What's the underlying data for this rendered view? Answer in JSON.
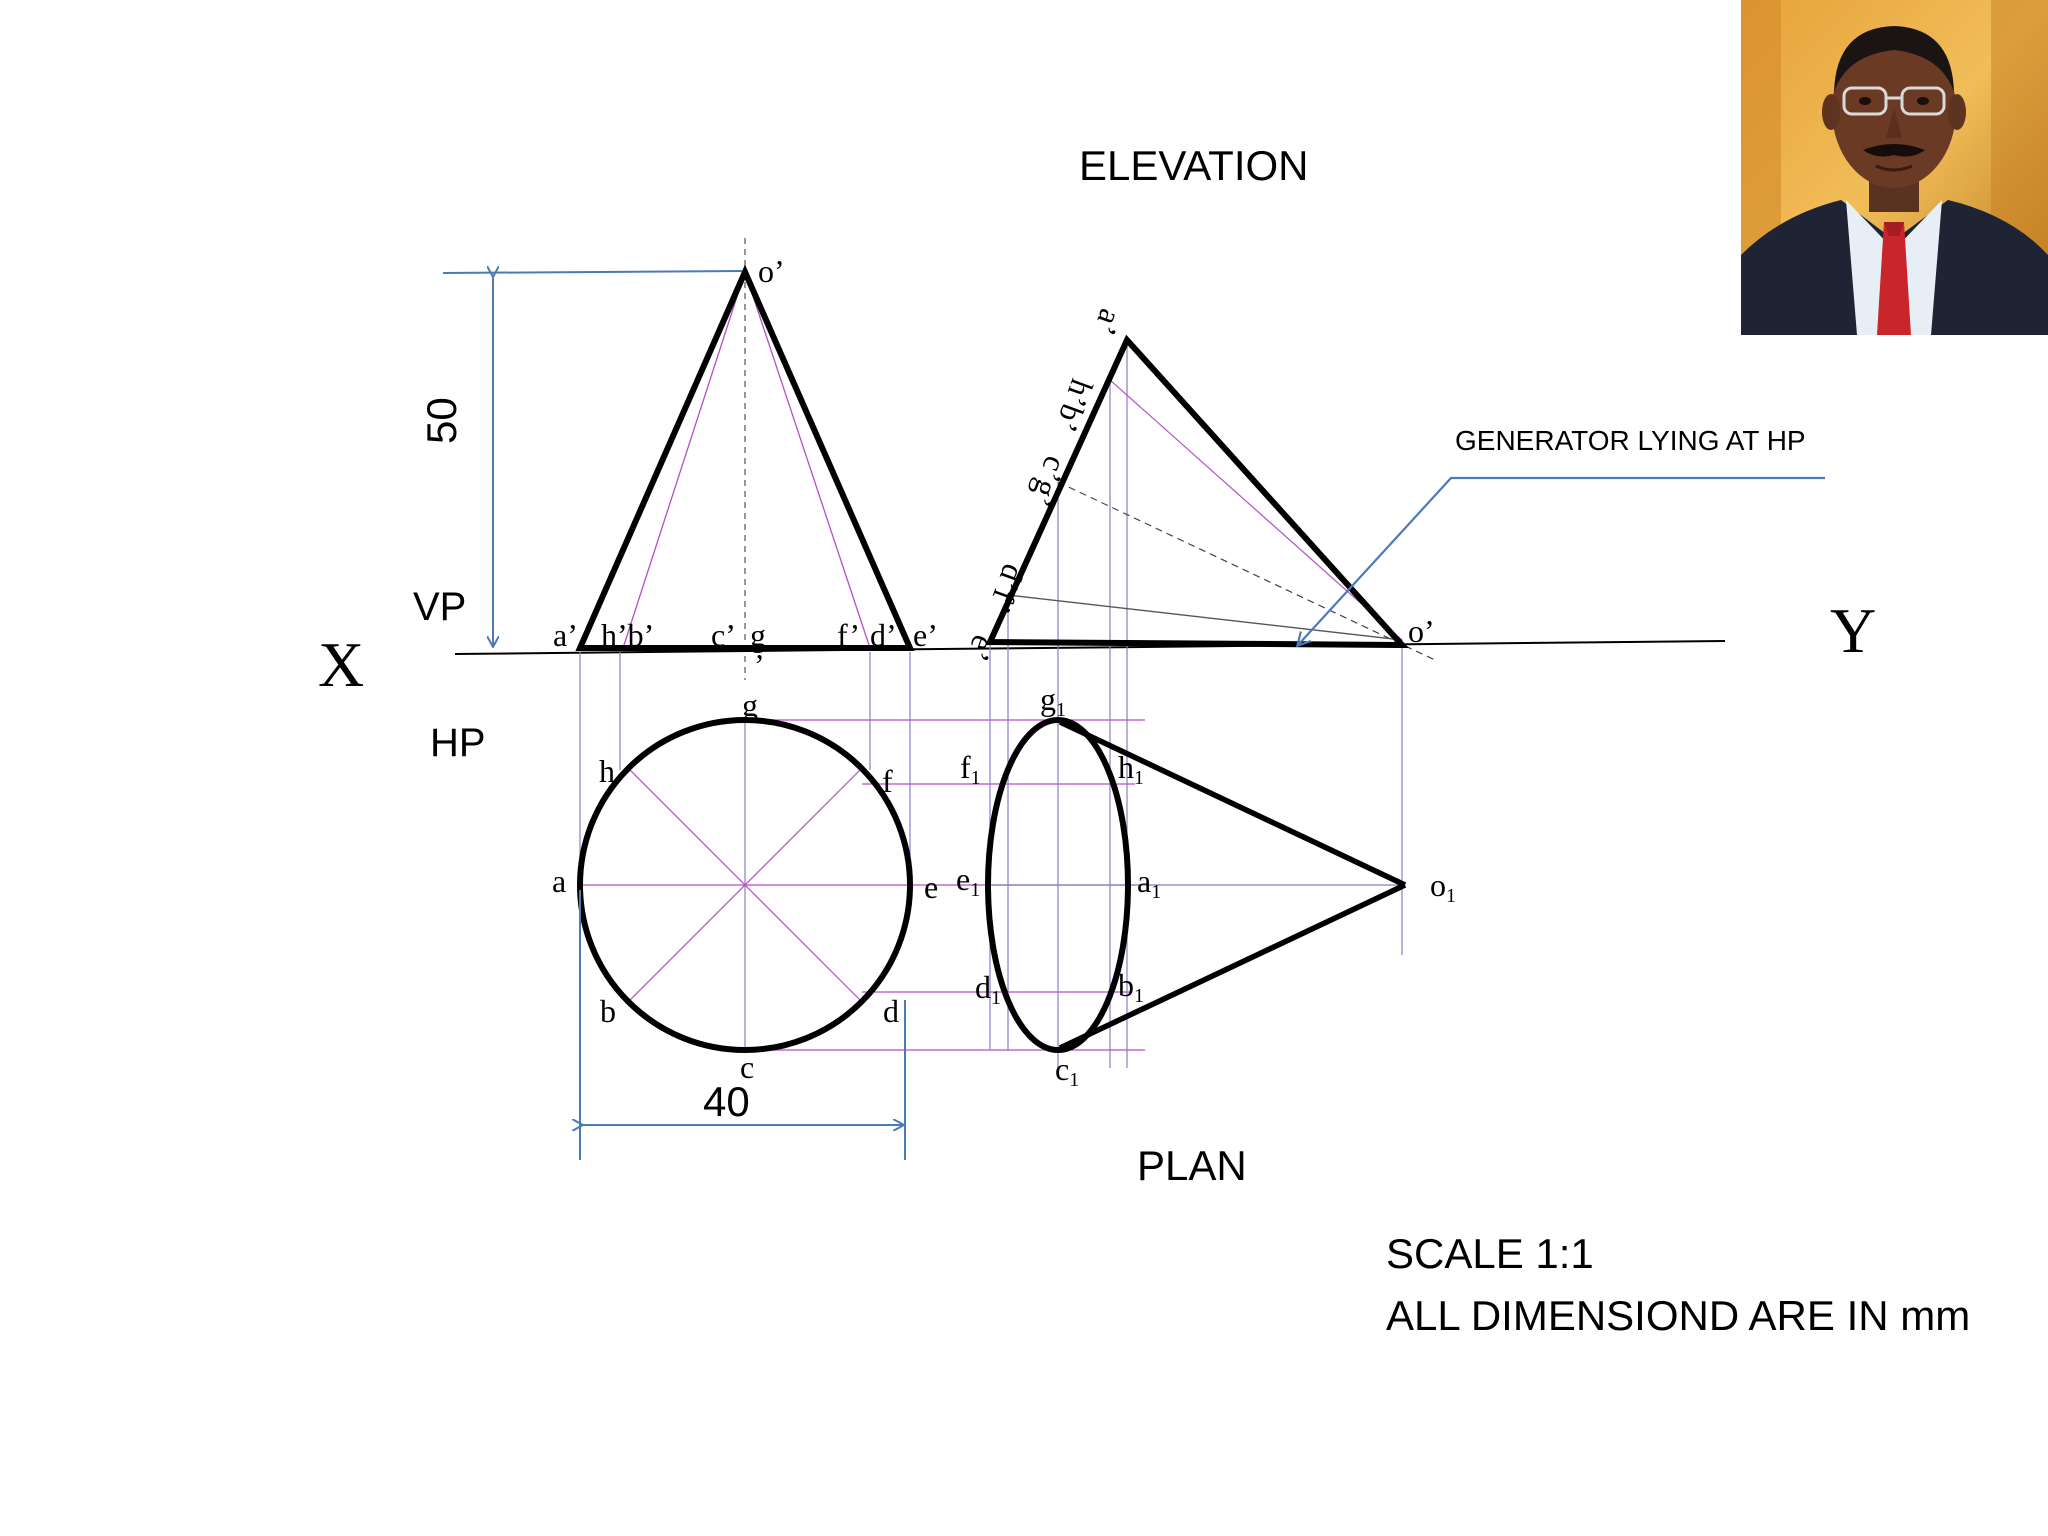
{
  "titles": {
    "elevation": "ELEVATION",
    "plan": "PLAN"
  },
  "reference": {
    "x": "X",
    "y": "Y",
    "vp": "VP",
    "hp": "HP"
  },
  "dimensions": {
    "height": "50",
    "diameter": "40"
  },
  "annotation": {
    "generator": "GENERATOR LYING AT HP"
  },
  "notes": {
    "scale": "SCALE 1:1",
    "units": "ALL DIMENSIOND ARE IN mm"
  },
  "elevation_labels": {
    "apex": "o’",
    "a": "a’",
    "hb": "h’b’",
    "c": "c’",
    "g": "g",
    "g_comma": "’",
    "f": "f’",
    "d": "d’",
    "e": "e’"
  },
  "plan_labels": {
    "g": "g",
    "h": "h",
    "f": "f",
    "a": "a",
    "e": "e",
    "b": "b",
    "d": "d",
    "c": "c"
  },
  "tilted_elevation_labels": {
    "a": "a’",
    "hb": "h’b’",
    "cg": "c’g’",
    "df": "d’f’",
    "e": "e’",
    "apex": "o’"
  },
  "tilted_plan_labels": {
    "g": "g",
    "f": "f",
    "h": "h",
    "e": "e",
    "a": "a",
    "o": "o",
    "d": "d",
    "b": "b",
    "c": "c",
    "sub": "1"
  },
  "colors": {
    "outline": "#000000",
    "construction": "#b44fc4",
    "projector": "#8a7bc8",
    "dimension": "#4a7ab8"
  }
}
